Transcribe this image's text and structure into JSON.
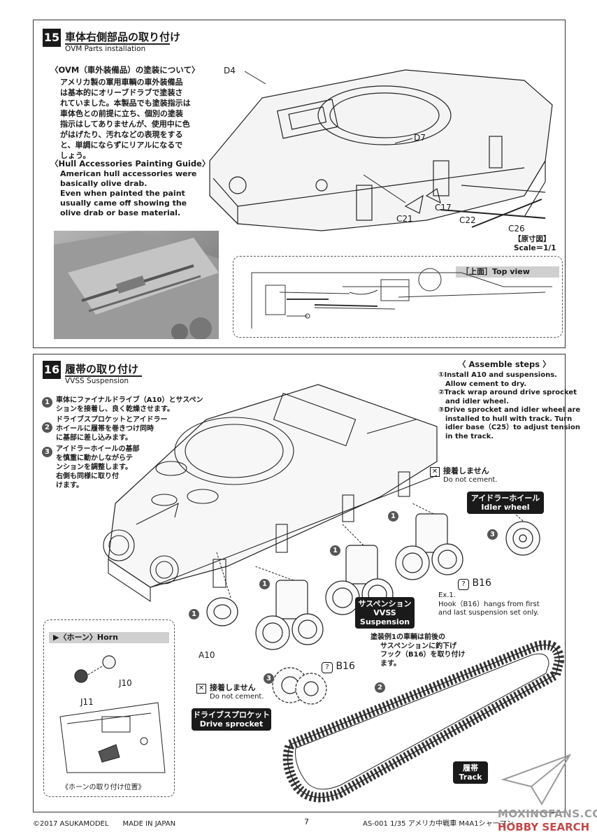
{
  "step15": {
    "number": "15",
    "title": "車体右側部品の取り付け",
    "subtitle": "OVM Parts installation",
    "ovm_heading": "〈OVM（車外装備品）の塗装について〉",
    "ovm_body": [
      "アメリカ製の軍用車輌の車外装備品",
      "は基本的にオリーブドラブで塗装さ",
      "れていました。本製品でも塗装指示は",
      "車体色との前提に立ち、個別の塗装",
      "指示はしてありませんが、使用中に色",
      "がはげたり、汚れなどの表現をする",
      "と、単調にならずにリアルになるで",
      "しょう。"
    ],
    "guide_heading": "〈Hull Accessories Painting Guide〉",
    "guide_body": [
      "American hull accessories were",
      "basically olive drab.",
      "Even when painted the paint",
      "usually came off showing the",
      "olive drab or base material."
    ],
    "parts": {
      "d4": "D4",
      "d7": "D7",
      "c17": "C17",
      "c21": "C21",
      "c22": "C22",
      "c26": "C26"
    },
    "scale_jp": "【原寸図】",
    "scale_en": "Scale＝1/1",
    "top_view": "［上面］Top view"
  },
  "step16": {
    "number": "16",
    "title": "履帯の取り付け",
    "subtitle": "VVSS Suspension",
    "instructions_jp": [
      {
        "num": "1",
        "lines": [
          "車体にファイナルドライブ（A10）とサスペン",
          "ションを接着し、良く乾燥させます。"
        ]
      },
      {
        "num": "2",
        "lines": [
          "ドライブスプロケットとアイドラー",
          "ホイールに履帯を巻きつけ同時",
          "に基部に差し込みます。"
        ]
      },
      {
        "num": "3",
        "lines": [
          "アイドラーホイールの基部",
          "を慎重に動かしながらテ",
          "ンションを調整します。",
          "右側も同様に取り付",
          "けます。"
        ]
      }
    ],
    "assemble_heading": "〈 Assemble steps 〉",
    "assemble_steps": [
      [
        "①Install A10 and suspensions.",
        "　Allow cement to dry."
      ],
      [
        "②Track wrap around drive sprocket",
        "　and idler wheel."
      ],
      [
        "③Drive sprocket and idler wheel are",
        "　installed to hull with track. Turn",
        "　idler base（C25）to adjust tension",
        "　in the track."
      ]
    ],
    "no_cement_jp": "接着しません",
    "no_cement_en": "Do not cement.",
    "idler_jp": "アイドラーホイール",
    "idler_en": "Idler wheel",
    "b16": "B16",
    "ex_note": [
      "Ex.1.",
      "Hook（B16）hangs from first",
      "and last suspension set only."
    ],
    "suspension_jp": "サスペンション",
    "suspension_en1": "VVSS",
    "suspension_en2": "Suspension",
    "hook_note_jp": [
      "塗装例1の車輌は前後の",
      "サスペンションに釣下げ",
      "フック（B16）を取り付け",
      "ます。"
    ],
    "a10": "A10",
    "sprocket_jp": "ドライブスプロケット",
    "sprocket_en": "Drive sprocket",
    "track_jp": "履帯",
    "track_en": "Track",
    "horn_heading": "▶〈ホーン〉Horn",
    "j10": "J10",
    "j11": "J11",
    "horn_caption": "《ホーンの取り付け位置》",
    "markers": {
      "one": "1",
      "two": "2",
      "three": "3"
    }
  },
  "footer": {
    "copyright": "©2017 ASUKAMODEL　　MADE IN JAPAN",
    "page": "7",
    "product": "AS-001 1/35 アメリカ中戦車 M4A1シャーマン"
  },
  "watermark": {
    "site": "MOXINGFANS.COM",
    "search": "HOBBY SEARCH"
  },
  "colors": {
    "panel_black": "#1a1a1a",
    "grey_bar": "#cfcfcf",
    "marker": "#555555"
  }
}
